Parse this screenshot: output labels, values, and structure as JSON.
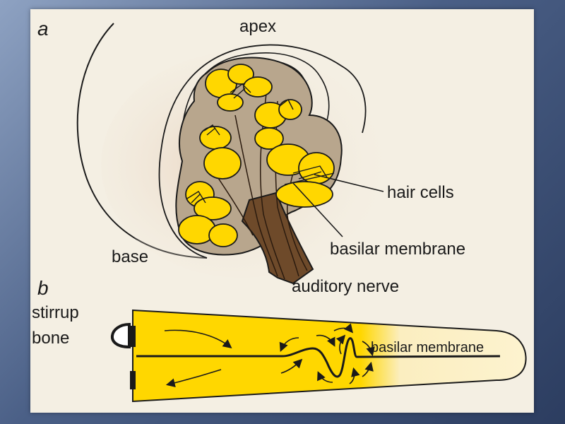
{
  "figure": {
    "panel_a": {
      "letter": "a",
      "labels": {
        "apex": "apex",
        "base": "base",
        "hair_cells": "hair cells",
        "basilar_membrane": "basilar membrane",
        "auditory_nerve": "auditory nerve"
      }
    },
    "panel_b": {
      "letter": "b",
      "labels": {
        "stirrup": "stirrup",
        "bone": "bone",
        "basilar_membrane": "basilar membrane"
      }
    }
  },
  "colors": {
    "background": "#f4efe3",
    "yellow": "#ffd700",
    "pale_yellow": "#fbeec0",
    "tissue": "#b8a68d",
    "nerve": "#6e4a2a",
    "outline": "#1a1a1a"
  }
}
